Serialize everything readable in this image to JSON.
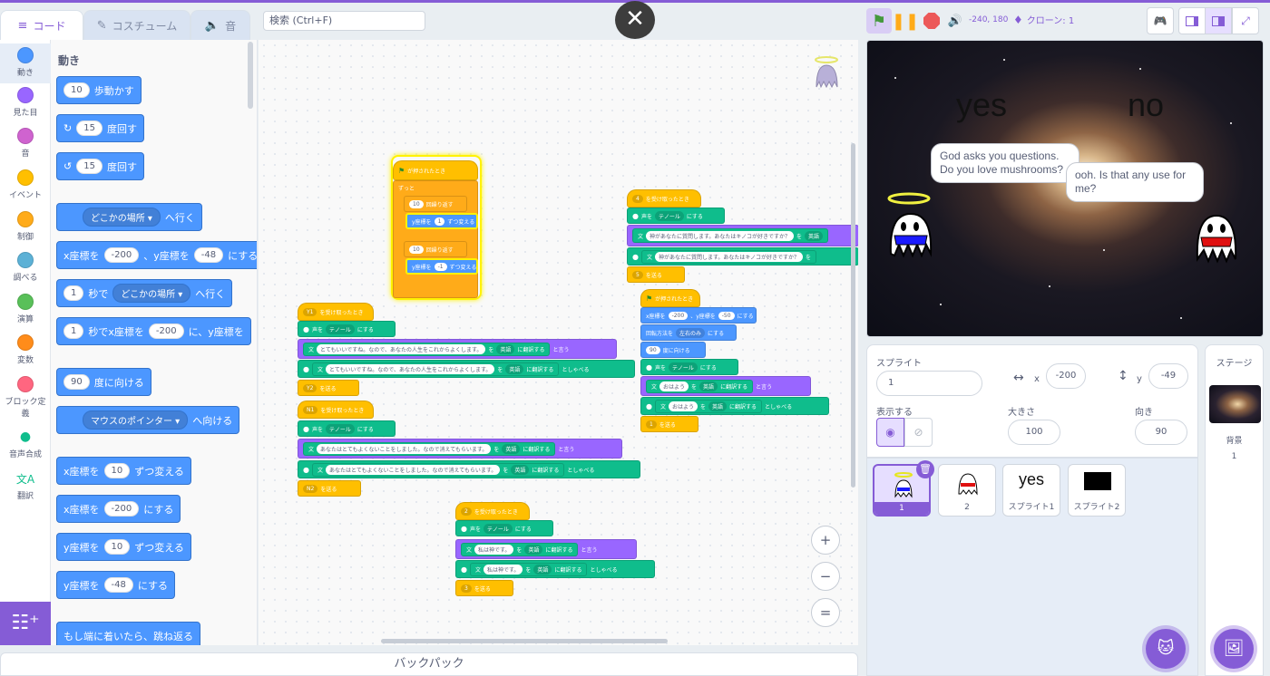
{
  "tabs": [
    {
      "label": "コード",
      "icon": "code-icon"
    },
    {
      "label": "コスチューム",
      "icon": "brush-icon"
    },
    {
      "label": "音",
      "icon": "speaker-icon"
    }
  ],
  "search": {
    "placeholder": "検索 (Ctrl+F)"
  },
  "close_symbol": "✕",
  "categories": [
    {
      "label": "動き",
      "color": "#4c97ff"
    },
    {
      "label": "見た目",
      "color": "#9966ff"
    },
    {
      "label": "音",
      "color": "#cf63cf"
    },
    {
      "label": "イベント",
      "color": "#ffbf00"
    },
    {
      "label": "制御",
      "color": "#ffab19"
    },
    {
      "label": "調べる",
      "color": "#5cb1d6"
    },
    {
      "label": "演算",
      "color": "#59c059"
    },
    {
      "label": "変数",
      "color": "#ff8c1a"
    },
    {
      "label": "ブロック定義",
      "color": "#ff6680"
    },
    {
      "label": "音声合成",
      "color": "#0fbd8c"
    },
    {
      "label": "翻訳",
      "color": "#0fbd8c"
    }
  ],
  "palette": {
    "heading": "動き",
    "move": {
      "v": "10",
      "t": "歩動かす"
    },
    "turn_right": {
      "v": "15",
      "t": "度回す"
    },
    "turn_left": {
      "v": "15",
      "t": "度回す"
    },
    "goto": {
      "d": "どこかの場所",
      "t": "へ行く"
    },
    "gotoxy": {
      "a": "x座標を",
      "x": "-200",
      "b": "、y座標を",
      "y": "-48",
      "c": "にする"
    },
    "glide": {
      "v": "1",
      "a": "秒で",
      "d": "どこかの場所",
      "t": "へ行く"
    },
    "glidexy": {
      "v": "1",
      "a": "秒でx座標を",
      "x": "-200",
      "b": "に、y座標を"
    },
    "point": {
      "v": "90",
      "t": "度に向ける"
    },
    "pointtow": {
      "d": "マウスのポインター",
      "t": "へ向ける"
    },
    "chx": {
      "a": "x座標を",
      "v": "10",
      "t": "ずつ変える"
    },
    "setx": {
      "a": "x座標を",
      "v": "-200",
      "t": "にする"
    },
    "chy": {
      "a": "y座標を",
      "v": "10",
      "t": "ずつ変える"
    },
    "sety": {
      "a": "y座標を",
      "v": "-48",
      "t": "にする"
    },
    "bounce": "もし端に着いたら、跳ね返る"
  },
  "scripts": {
    "flag_hat": "が押されたとき",
    "forever": "ずっと",
    "repeat": "回繰り返す",
    "ten": "10",
    "chy": "y座標を",
    "one": "1",
    "neg1": "-1",
    "change": "ずつ変える",
    "recv": "を受け取ったとき",
    "voice": "声を",
    "tenor": "テノール",
    "set": "にする",
    "to": "を",
    "lang": "英語",
    "translate": "に翻訳する",
    "say": "と言う",
    "speak": "としゃべる",
    "send": "を送る",
    "s1_recv": "4",
    "s1_q": "神があなたに質問します。あなたはキノコが好きですか？",
    "s1_send": "5",
    "s2_a": "x座標を",
    "s2_x": "-200",
    "s2_b": "、y座標を",
    "s2_y": "-50",
    "s2_c": "にする",
    "s2_rot": "回転方法を",
    "s2_rotd": "左右のみ",
    "s2_rotc": "にする",
    "s2_dir": "90",
    "s2_dirt": "度に向ける",
    "s2_txt": "おはよう",
    "s2_send": "1",
    "y1_recv": "Y1",
    "y1_txt": "とてもいいですね。なので、あなたの人生をこれからよくします。",
    "y1_send": "Y2",
    "n1_recv": "N1",
    "n1_txt": "あなたはとてもよくないことをしました。なので消えてもらいます。",
    "n1_send": "N2",
    "s3_recv": "2",
    "s3_txt": "私は神です。",
    "s3_send": "3"
  },
  "zoom": {
    "in": "+",
    "out": "−",
    "reset": "="
  },
  "backpack": "バックパック",
  "stage_header": {
    "coords": "-240, 180",
    "clones": "クローン: 1"
  },
  "stage": {
    "yes": "yes",
    "no": "no",
    "bubble1": "God asks you questions. Do you love mushrooms?",
    "bubble2": "ooh. Is that any use for me?"
  },
  "sprite_info": {
    "sprite_label": "スプライト",
    "name": "1",
    "x_label": "x",
    "x": "-200",
    "y_label": "y",
    "y": "-49",
    "show_label": "表示する",
    "size_label": "大きさ",
    "size": "100",
    "dir_label": "向き",
    "dir": "90"
  },
  "sprites": [
    {
      "label": "1"
    },
    {
      "label": "2"
    },
    {
      "label": "スプライト1",
      "preview": "yes"
    },
    {
      "label": "スプライト2"
    }
  ],
  "stage_panel": {
    "title": "ステージ",
    "bg_label": "背景",
    "bg_count": "1"
  },
  "colors": {
    "accent": "#855cd6",
    "motion": "#4c97ff",
    "events": "#ffbf00",
    "control": "#ffab19",
    "looks": "#9966ff",
    "extension": "#0fbd8c"
  }
}
